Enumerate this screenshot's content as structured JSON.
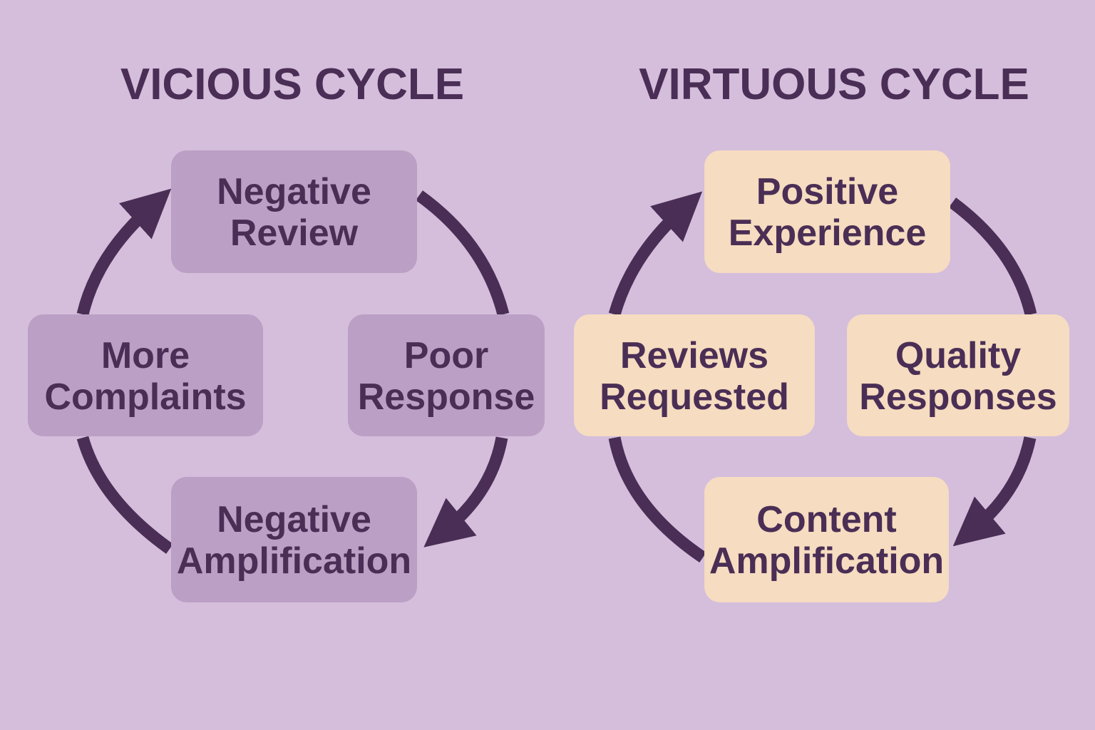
{
  "colors": {
    "background": "#d4bedc",
    "vicious_box": "#bc9fc4",
    "virtuous_box": "#f6dcc0",
    "ink": "#4a2e55"
  },
  "vicious": {
    "title": "VICIOUS CYCLE",
    "nodes": {
      "top": [
        "Negative",
        "Review"
      ],
      "right": [
        "Poor",
        "Response"
      ],
      "bottom": [
        "Negative",
        "Amplification"
      ],
      "left": [
        "More",
        "Complaints"
      ]
    },
    "flow": "clockwise"
  },
  "virtuous": {
    "title": "VIRTUOUS CYCLE",
    "nodes": {
      "top": [
        "Positive",
        "Experience"
      ],
      "right": [
        "Quality",
        "Responses"
      ],
      "bottom": [
        "Content",
        "Amplification"
      ],
      "left": [
        "Reviews",
        "Requested"
      ]
    },
    "flow": "clockwise"
  }
}
